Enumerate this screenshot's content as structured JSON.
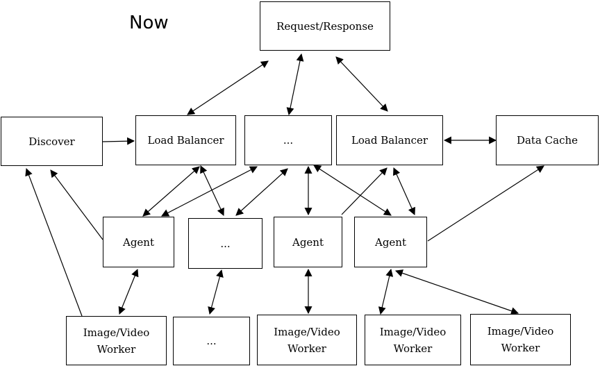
{
  "heading": "Now",
  "nodes": {
    "request_response": "Request/Response",
    "discover": "Discover",
    "load_balancer_1": "Load Balancer",
    "ellipsis_top": "...",
    "load_balancer_2": "Load Balancer",
    "data_cache": "Data Cache",
    "agent_1": "Agent",
    "ellipsis_mid": "...",
    "agent_2": "Agent",
    "agent_3": "Agent",
    "worker_1": "Image/Video\nWorker",
    "ellipsis_bottom": "...",
    "worker_2": "Image/Video\nWorker",
    "worker_3": "Image/Video\nWorker",
    "worker_4": "Image/Video\nWorker"
  }
}
